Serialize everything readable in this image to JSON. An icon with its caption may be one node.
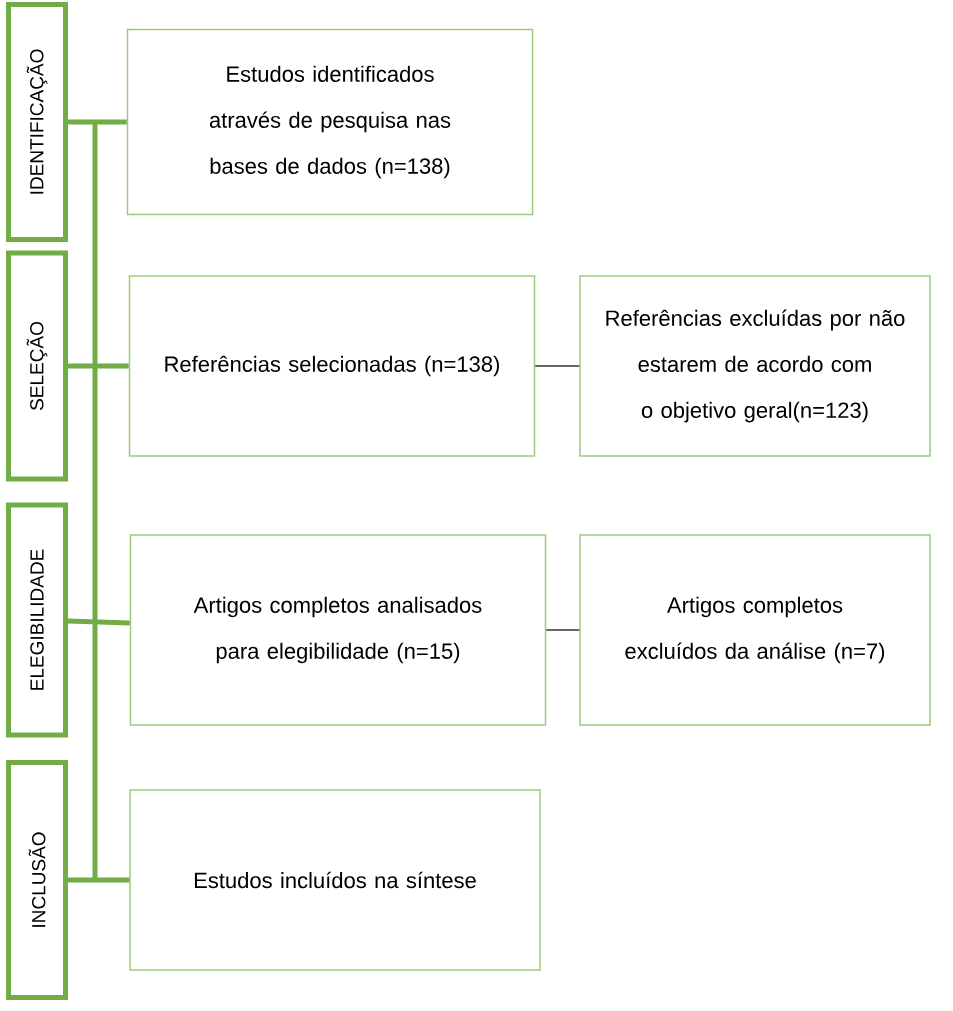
{
  "diagram": {
    "nodes": [
      {
        "text": [
          "IDENTIFICAÇÃO"
        ]
      },
      {
        "text": [
          "SELEÇÃO"
        ]
      },
      {
        "text": [
          "ELEGIBILIDADE"
        ]
      },
      {
        "text": [
          "INCLUSÃO"
        ]
      },
      {
        "text": [
          "Estudos identificados através de pesquisa nas bases de dados (n=138)"
        ]
      },
      {
        "text": [
          "Referências selecionadas (n=138)"
        ]
      },
      {
        "text": [
          "Referências excluídas por não estarem de acordo com o objetivo geral(n=123)"
        ]
      },
      {
        "text": [
          "Artigos completos analisados para elegibilidade (n=15)"
        ]
      },
      {
        "text": [
          "Artigos completos excluídos da análise (n=7)"
        ]
      },
      {
        "text": [
          "Estudos incluídos na síntese"
        ]
      }
    ],
    "edges": [
      {
        "from": 0,
        "to": 4,
        "arrow": "none"
      },
      {
        "from": 1,
        "to": 5,
        "arrow": "none"
      },
      {
        "from": 2,
        "to": 7,
        "arrow": "none"
      },
      {
        "from": 3,
        "to": 9,
        "arrow": "none"
      },
      {
        "from": 5,
        "to": 6,
        "arrow": "none",
        "color": "#333333"
      },
      {
        "from": 7,
        "to": 8,
        "arrow": "none",
        "color": "#333333"
      }
    ]
  }
}
